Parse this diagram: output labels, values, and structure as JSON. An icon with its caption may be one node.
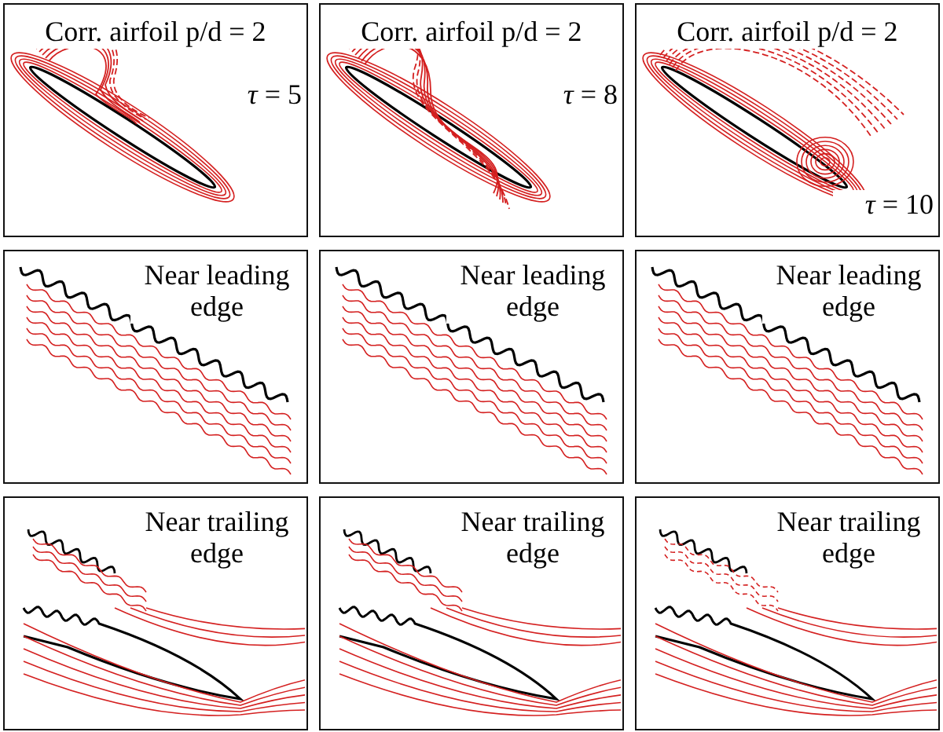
{
  "diagram": {
    "nodes": [
      {
        "text": [
          "Corr. airfoil p/d = 2",
          "*τ* = 5"
        ]
      },
      {
        "text": [
          "Corr. airfoil p/d = 2",
          "*τ* = 8"
        ]
      },
      {
        "text": [
          "Corr. airfoil p/d = 2",
          "*τ* = 10"
        ]
      },
      {
        "text": [
          "Near leading edge"
        ]
      },
      {
        "text": [
          "Near leading edge"
        ]
      },
      {
        "text": [
          "Near leading edge"
        ]
      },
      {
        "text": [
          "Near trailing edge"
        ]
      },
      {
        "text": [
          "Near trailing edge"
        ]
      },
      {
        "text": [
          "Near trailing edge"
        ]
      }
    ]
  }
}
